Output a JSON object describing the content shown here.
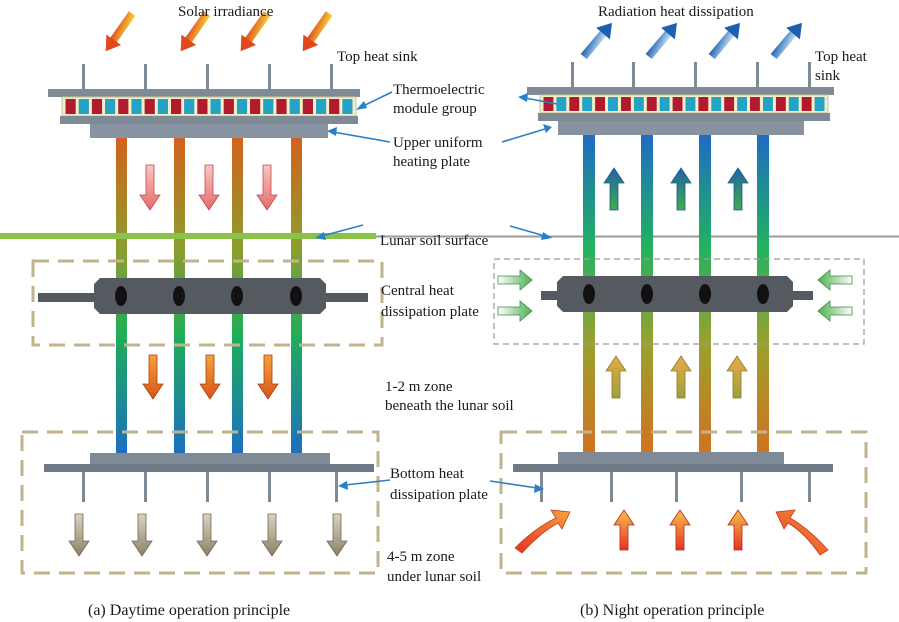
{
  "colors": {
    "accent_blue": "#2a7fc9",
    "soil_green": "#8bc34a",
    "soil_gray": "#9a9a9a",
    "plate": "#7e8b97",
    "central_plate": "#555a60",
    "module_red": "#b01c2e",
    "module_cyan": "#25a3c6",
    "dashed_box": "#c2b38f"
  },
  "panel_a": {
    "top_label": "Solar irradiance",
    "top_heat_sink": "Top heat sink",
    "thermoelectric_line1": "Thermoelectric",
    "thermoelectric_line2": "module group",
    "upper_plate_line1": "Upper uniform",
    "upper_plate_line2": "heating plate",
    "central_plate_line1": "Central heat",
    "central_plate_line2": "dissipation plate",
    "zone12_line1": "1-2 m zone",
    "zone12_line2": "beneath the lunar soil",
    "bottom_plate_line1": "Bottom heat",
    "bottom_plate_line2": "dissipation plate",
    "zone45_line1": "4-5 m zone",
    "zone45_line2": "under lunar soil",
    "caption": "(a) Daytime operation principle"
  },
  "shared": {
    "lunar_soil_surface": "Lunar soil surface"
  },
  "panel_b": {
    "top_label": "Radiation heat dissipation",
    "top_heat_sink_line1": "Top heat",
    "top_heat_sink_line2": "sink",
    "caption": "(b) Night operation principle"
  }
}
